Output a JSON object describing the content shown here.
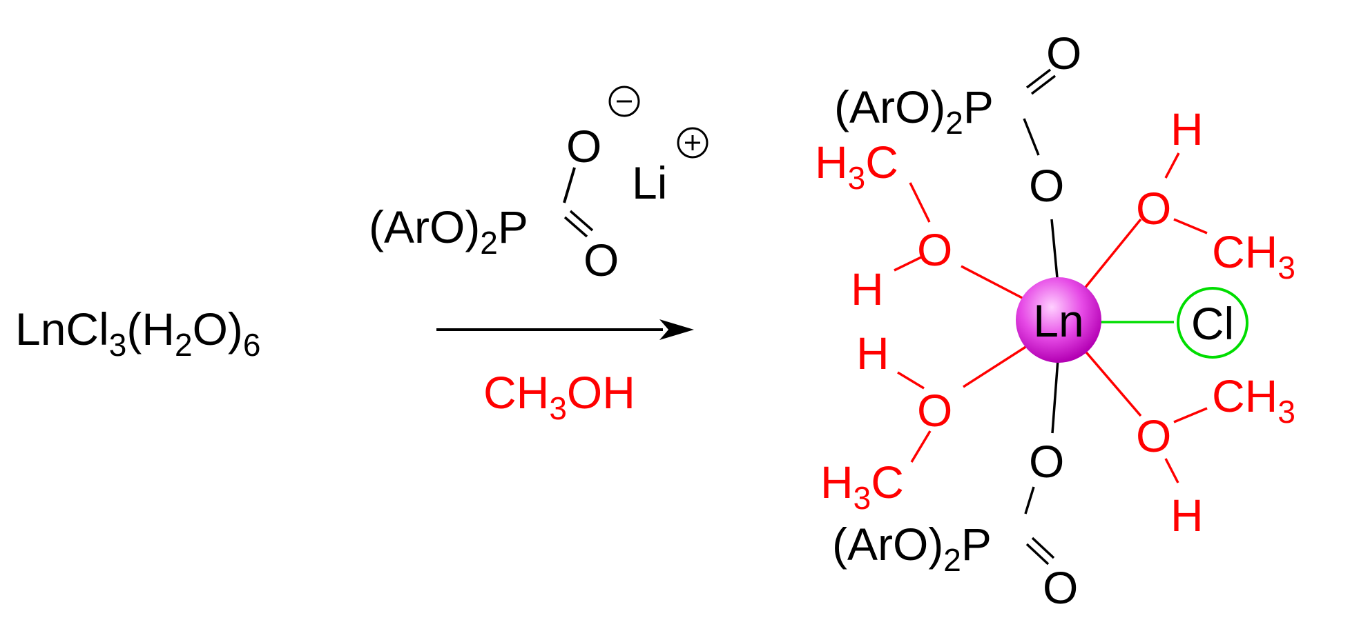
{
  "colors": {
    "text": "#000000",
    "methanol": "#ff0000",
    "chloride": "#00dd00",
    "metal_center": "#e040e0",
    "metal_center_highlight": "#ffd0ff",
    "background": "#ffffff"
  },
  "reactant": {
    "main": "LnCl",
    "sub1": "3",
    "mid": "(H",
    "sub2": "2",
    "end": "O)",
    "sub3": "6"
  },
  "reagent": {
    "ester_main": "(ArO)",
    "ester_sub": "2",
    "ester_p": "P",
    "o_anion": "O",
    "minus": "−",
    "o_double": "O",
    "li": "Li",
    "plus": "+"
  },
  "solvent": {
    "pre": "CH",
    "sub": "3",
    "post": "OH"
  },
  "product": {
    "metal": "Ln",
    "chloride": "Cl",
    "top_phosphate": {
      "main": "(ArO)",
      "sub": "2",
      "p": "P",
      "o_double": "O",
      "o_bridge": "O"
    },
    "bottom_phosphate": {
      "main": "(ArO)",
      "sub": "2",
      "p": "P",
      "o_double": "O",
      "o_bridge": "O"
    },
    "upper_left_meoh": {
      "c_pre": "H",
      "c_sub": "3",
      "c_post": "C",
      "o": "O",
      "h": "H"
    },
    "lower_left_meoh": {
      "c_pre": "H",
      "c_sub": "3",
      "c_post": "C",
      "o": "O",
      "h": "H"
    },
    "upper_right_meoh": {
      "c_pre": "CH",
      "c_sub": "3",
      "o": "O",
      "h": "H"
    },
    "lower_right_meoh": {
      "c_pre": "CH",
      "c_sub": "3",
      "o": "O",
      "h": "H"
    }
  }
}
